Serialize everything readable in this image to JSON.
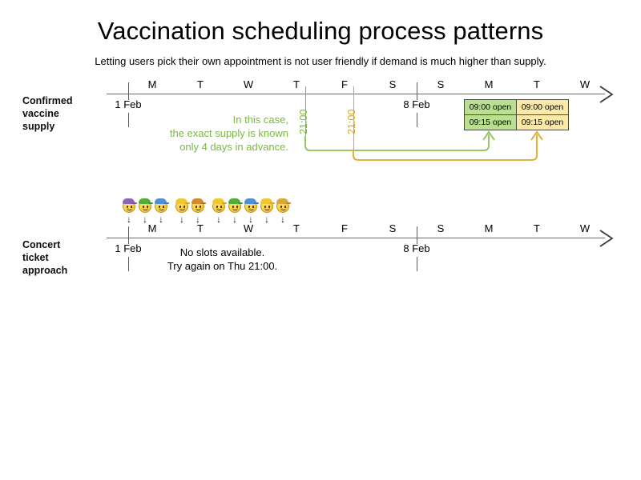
{
  "header": {
    "title": "Vaccination scheduling process patterns",
    "subtitle": "Letting users pick their own appointment is not user friendly if demand is much higher than supply."
  },
  "colors": {
    "green": "#78b843",
    "yellow": "#d9a722",
    "cell_green": "#b9e08f",
    "cell_yellow": "#fce9a8",
    "axis": "#6b6b6b"
  },
  "rows": [
    {
      "id": "confirmed-vaccine-supply",
      "label": "Confirmed\nvaccine\nsupply",
      "days": [
        "M",
        "T",
        "W",
        "T",
        "F",
        "S",
        "S",
        "M",
        "T",
        "W"
      ],
      "date_ticks": [
        {
          "caption": "1 Feb"
        },
        {
          "caption": "8 Feb"
        }
      ],
      "markers": [
        {
          "label": "21:00",
          "color": "green"
        },
        {
          "label": "21:00",
          "color": "yellow"
        }
      ],
      "note": "In this case,\nthe exact supply is known\nonly 4 days in advance."
    },
    {
      "id": "concert-ticket-approach",
      "label": "Concert\nticket\napproach",
      "days": [
        "M",
        "T",
        "W",
        "T",
        "F",
        "S",
        "S",
        "M",
        "T",
        "W"
      ],
      "date_ticks": [
        {
          "caption": "1 Feb"
        },
        {
          "caption": "8 Feb"
        }
      ],
      "note": "No slots available.\nTry again on Thu 21:00."
    }
  ],
  "slot_table": {
    "columns": [
      {
        "day": "M",
        "variant": "green"
      },
      {
        "day": "T",
        "variant": "yellow"
      }
    ],
    "rows": [
      [
        "09:00 open",
        "09:00 open"
      ],
      [
        "09:15 open",
        "09:15 open"
      ]
    ]
  },
  "queue": {
    "arrow_glyph": "↓",
    "users": [
      {
        "cap": "#8b63b5"
      },
      {
        "cap": "#4fae3a"
      },
      {
        "cap": "#4f8fd4"
      },
      {
        "cap": "#f2c630"
      },
      {
        "cap": "#d08a2a"
      },
      {
        "cap": "#f2c630"
      },
      {
        "cap": "#4fae3a"
      },
      {
        "cap": "#4f8fd4"
      },
      {
        "cap": "#f2c630"
      },
      {
        "cap": "#d9a93c"
      }
    ]
  }
}
